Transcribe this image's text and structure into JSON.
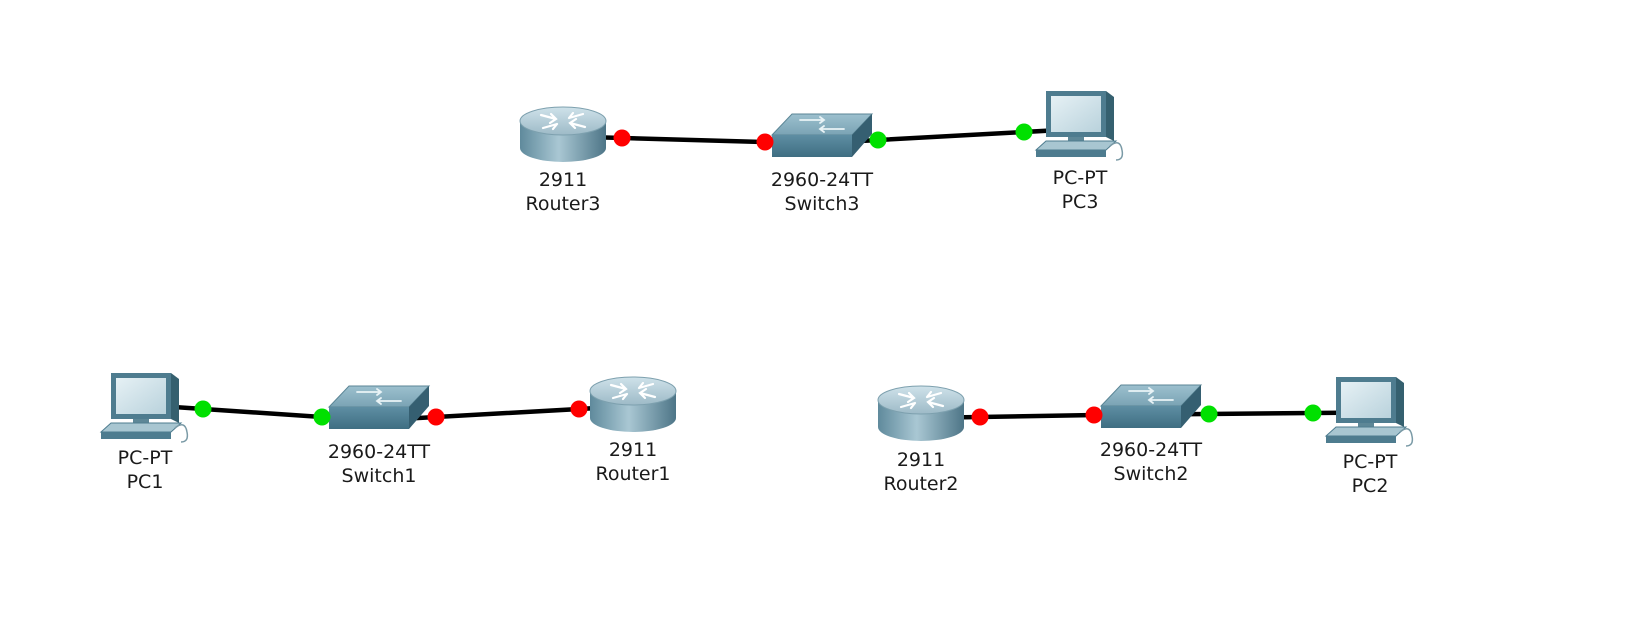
{
  "link_status_colors": {
    "up": "#00e000",
    "down": "#ff0000"
  },
  "devices": [
    {
      "id": "router3",
      "kind": "router",
      "model": "2911",
      "name": "Router3"
    },
    {
      "id": "switch3",
      "kind": "switch",
      "model": "2960-24TT",
      "name": "Switch3"
    },
    {
      "id": "pc3",
      "kind": "pc",
      "model": "PC-PT",
      "name": "PC3"
    },
    {
      "id": "pc1",
      "kind": "pc",
      "model": "PC-PT",
      "name": "PC1"
    },
    {
      "id": "switch1",
      "kind": "switch",
      "model": "2960-24TT",
      "name": "Switch1"
    },
    {
      "id": "router1",
      "kind": "router",
      "model": "2911",
      "name": "Router1"
    },
    {
      "id": "router2",
      "kind": "router",
      "model": "2911",
      "name": "Router2"
    },
    {
      "id": "switch2",
      "kind": "switch",
      "model": "2960-24TT",
      "name": "Switch2"
    },
    {
      "id": "pc2",
      "kind": "pc",
      "model": "PC-PT",
      "name": "PC2"
    }
  ],
  "links": [
    {
      "from": "router3",
      "to": "switch3",
      "from_status": "down",
      "to_status": "down"
    },
    {
      "from": "switch3",
      "to": "pc3",
      "from_status": "up",
      "to_status": "up"
    },
    {
      "from": "pc1",
      "to": "switch1",
      "from_status": "up",
      "to_status": "up"
    },
    {
      "from": "switch1",
      "to": "router1",
      "from_status": "down",
      "to_status": "down"
    },
    {
      "from": "router2",
      "to": "switch2",
      "from_status": "down",
      "to_status": "down"
    },
    {
      "from": "switch2",
      "to": "pc2",
      "from_status": "up",
      "to_status": "up"
    }
  ]
}
